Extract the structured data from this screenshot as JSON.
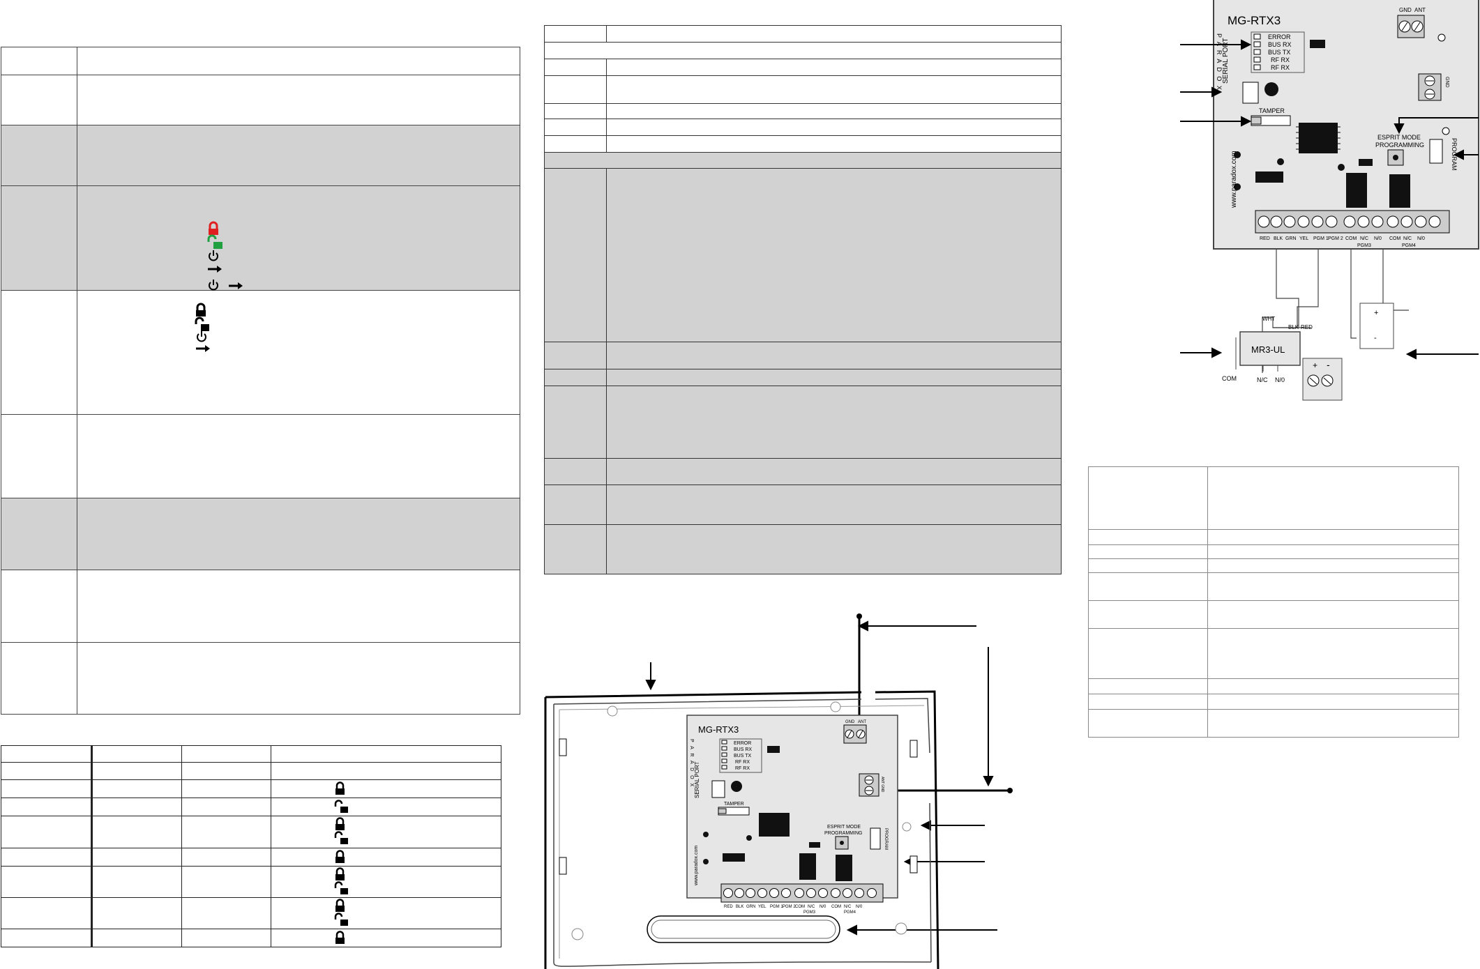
{
  "top_diagram": {
    "board_title": "MG-RTX3",
    "brand_vertical": "P A R A D O X",
    "leds": [
      "ERROR",
      "BUS RX",
      "BUS TX",
      "RF RX",
      "RF RX"
    ],
    "serial_port_label": "SERIAL PORT",
    "tamper_label": "TAMPER",
    "gnd_label": "GND",
    "ant_label": "ANT",
    "gnd_side_label": "GND",
    "esprit_label_1": "ESPRIT MODE",
    "esprit_label_2": "PROGRAMMING",
    "program_label": "PROGRAM",
    "website": "www.paradox.com",
    "terminals": [
      "RED",
      "BLK",
      "GRN",
      "YEL",
      "PGM 1",
      "PGM 2",
      "COM",
      "N/C",
      "N/0",
      "COM",
      "N/C",
      "N/0"
    ],
    "pgm3": "PGM3",
    "pgm4": "PGM4",
    "module": "MR3-UL",
    "wht": "WHT",
    "blk": "BLK",
    "red": "RED",
    "com": "COM",
    "nc": "N/C",
    "no": "N/0",
    "plus": "+",
    "minus": "-"
  },
  "bottom_diagram": {
    "board_title": "MG-RTX3",
    "brand_vertical": "P A R A D O X",
    "leds": [
      "ERROR",
      "BUS RX",
      "BUS TX",
      "RF RX",
      "RF RX"
    ],
    "serial_port_label": "SERIAL PORT",
    "tamper_label": "TAMPER",
    "gnd_label": "GND",
    "ant_label": "ANT",
    "gnd_side_label": "ANT GND",
    "esprit_label_1": "ESPRIT MODE",
    "esprit_label_2": "PROGRAMMING",
    "program_label": "PROGRAM",
    "website": "www.paradox.com",
    "terminals": [
      "RED",
      "BLK",
      "GRN",
      "YEL",
      "PGM 1",
      "PGM 2",
      "COM",
      "N/C",
      "N/0",
      "COM",
      "N/C",
      "N/0"
    ],
    "pgm3": "PGM3",
    "pgm4": "PGM4"
  },
  "colors": {
    "gray_row": "#d2d2d2",
    "board": "#e6e6e6",
    "lock_red": "#e02020",
    "unlock_green": "#20a040"
  }
}
